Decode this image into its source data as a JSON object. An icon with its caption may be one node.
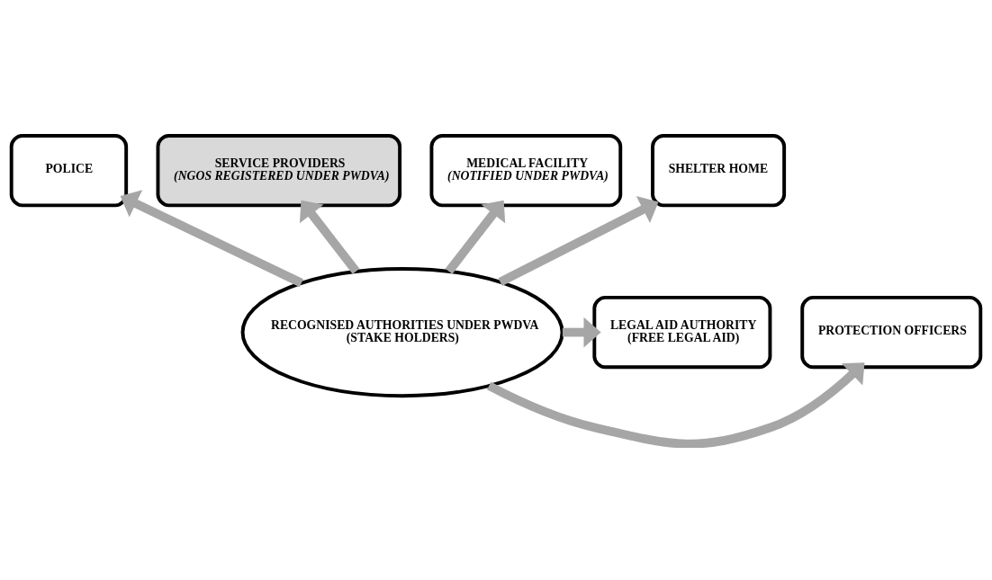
{
  "diagram": {
    "nodes": [
      {
        "text": [
          "RECOGNISED AUTHORITIES UNDER PWDVA",
          "(STAKE HOLDERS)"
        ]
      },
      {
        "text": [
          "PROTECTION OFFICERS"
        ]
      },
      {
        "text": [
          "POLICE"
        ]
      },
      {
        "text": [
          "SERVICE PROVIDERS",
          "(NGOS REGISTERED UNDER PWDVA)"
        ]
      },
      {
        "text": [
          "MEDICAL FACILITY",
          "(NOTIFIED UNDER PWDVA)"
        ]
      },
      {
        "text": [
          "SHELTER HOME"
        ]
      },
      {
        "text": [
          "LEGAL AID AUTHORITY",
          "(FREE LEGAL AID)"
        ]
      }
    ],
    "edges": [
      {
        "from": 0,
        "to": 1,
        "arrow": "to"
      },
      {
        "from": 0,
        "to": 2,
        "arrow": "to"
      },
      {
        "from": 0,
        "to": 3,
        "arrow": "to"
      },
      {
        "from": 0,
        "to": 4,
        "arrow": "to"
      },
      {
        "from": 0,
        "to": 5,
        "arrow": "to"
      },
      {
        "from": 0,
        "to": 6,
        "arrow": "to"
      }
    ]
  }
}
